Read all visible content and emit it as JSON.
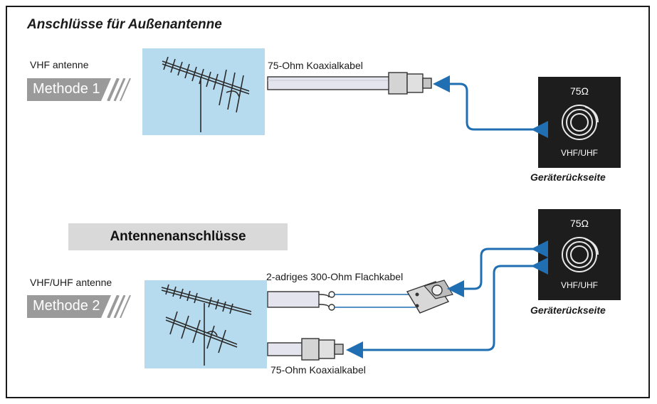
{
  "heading": "Anschlüsse für Außenantenne",
  "banner": "Antennenanschlüsse",
  "method1": {
    "antenna_label": "VHF antenne",
    "method_label": "Methode 1",
    "cable_label": "75-Ohm Koaxialkabel"
  },
  "method2": {
    "antenna_label": "VHF/UHF antenne",
    "method_label": "Methode 2",
    "flat_cable_label": "2-adriges 300-Ohm Flachkabel",
    "coax_cable_label": "75-Ohm Koaxialkabel"
  },
  "panel1": {
    "impedance": "75Ω",
    "band": "VHF/UHF",
    "caption": "Geräterückseite"
  },
  "panel2": {
    "impedance": "75Ω",
    "band": "VHF/UHF",
    "caption": "Geräterückseite"
  },
  "colors": {
    "arrow": "#1f6fb2",
    "picture": "#b7dbee",
    "panel": "#1d1d1d",
    "badge": "#9a9a9a",
    "banner": "#d9d9d9"
  }
}
